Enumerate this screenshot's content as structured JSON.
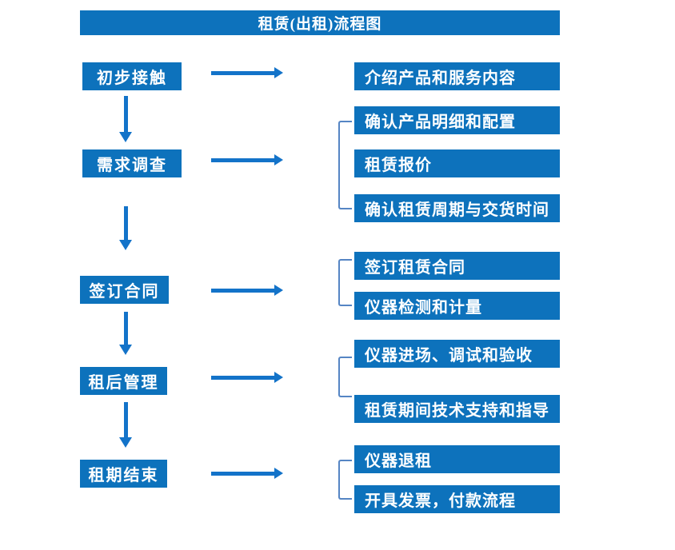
{
  "title": "租赁(出租)流程图",
  "colors": {
    "box_blue": "#0d72bc",
    "arrow_blue": "#1373c9",
    "bracket_blue": "#5585c4",
    "text_white": "#ffffff"
  },
  "flow": {
    "rows": [
      {
        "step": "初步接触",
        "details": [
          "介绍产品和服务内容"
        ]
      },
      {
        "step": "需求调查",
        "details": [
          "确认产品明细和配置",
          "租赁报价",
          "确认租赁周期与交货时间"
        ]
      },
      {
        "step": "签订合同",
        "details": [
          "签订租赁合同",
          "仪器检测和计量"
        ]
      },
      {
        "step": "租后管理",
        "details": [
          "仪器进场、调试和验收",
          "租赁期间技术支持和指导"
        ]
      },
      {
        "step": "租期结束",
        "details": [
          "仪器退租",
          "开具发票，付款流程"
        ]
      }
    ]
  }
}
